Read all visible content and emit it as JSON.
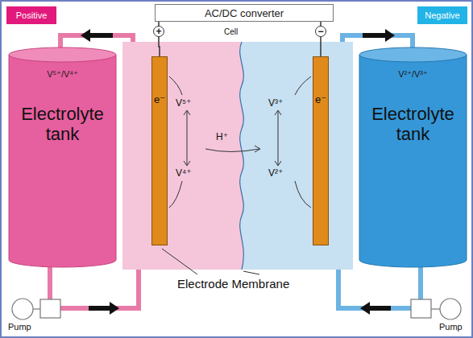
{
  "diagram": {
    "nodes": [
      {
        "text": [
          "Positive"
        ]
      },
      {
        "text": [
          "AC/DC converter"
        ]
      },
      {
        "text": [
          "+"
        ]
      },
      {
        "text": [
          "−"
        ]
      },
      {
        "text": [
          "Negative"
        ]
      },
      {
        "text": [
          "V⁵⁺/V⁴⁺",
          "Electrolyte tank"
        ]
      },
      {
        "text": [
          "e⁻"
        ]
      },
      {
        "text": [
          "e⁻"
        ]
      },
      {
        "text": [
          "V²⁺/V³⁺",
          "Electrolyte tank"
        ]
      }
    ],
    "edges": [
      {
        "from": 2,
        "to": 6,
        "arrow": "none"
      },
      {
        "from": 3,
        "to": 7,
        "arrow": "none"
      }
    ],
    "labels": [
      "Cell",
      "V⁵⁺",
      "V⁴⁺",
      "H⁺",
      "V³⁺",
      "V²⁺",
      "Electrode Membrane",
      "Pump",
      "Pump"
    ]
  }
}
